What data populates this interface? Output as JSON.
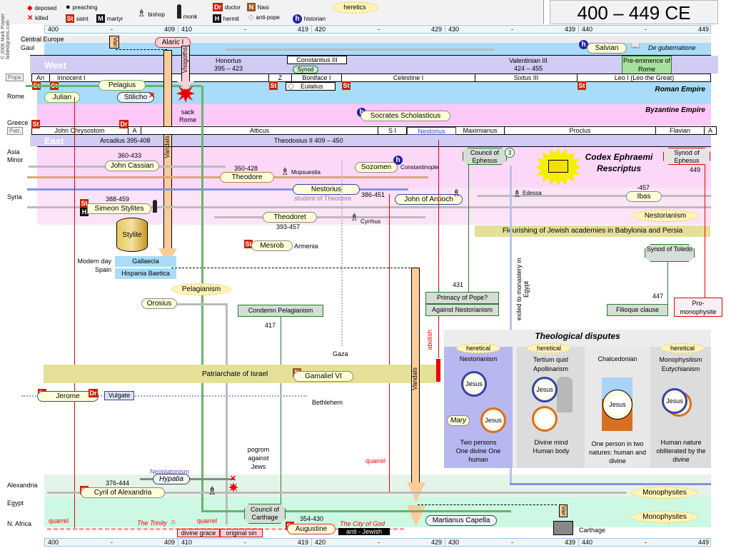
{
  "title": "400 – 449 CE",
  "copyright": "© 2006 Mark Poyser  bibledigrams.com",
  "legend": {
    "deposed": "deposed",
    "killed": "killed",
    "preaching": "preaching",
    "saint": "saint",
    "martyr": "martyr",
    "bishop": "bishop",
    "monk": "monk",
    "doctor": "doctor",
    "hermit": "hermit",
    "nasi": "Nasi",
    "anti_pope": "anti-pope",
    "historian": "historian",
    "heretics": "heretics",
    "badges": {
      "saint": "St",
      "martyr": "M",
      "doctor": "Dr",
      "hermit": "H",
      "nasi": "N",
      "historian": "h"
    }
  },
  "timeline": {
    "segments": [
      {
        "start": "400",
        "mid": "-",
        "end": "409"
      },
      {
        "start": "410",
        "mid": "-",
        "end": "419"
      },
      {
        "start": "420",
        "mid": "-",
        "end": "429"
      },
      {
        "start": "430",
        "mid": "-",
        "end": "439"
      },
      {
        "start": "440",
        "mid": "-",
        "end": "449"
      }
    ]
  },
  "regions": {
    "central_europe": "Central Europe",
    "gaul": "Gaul",
    "pope": "Pope",
    "rome": "Rome",
    "greece": "Greece",
    "patr": "Patr.",
    "asia_minor": "Asia Minor",
    "syria": "Syria",
    "modern_spain": "Modern day Spain",
    "alexandria": "Alexandria",
    "egypt": "Egypt",
    "n_africa": "N. Africa"
  },
  "west": {
    "label": "West",
    "emperors": [
      {
        "name": "Honorius",
        "years": "395 – 423"
      },
      {
        "name": "Valentinian III",
        "years": "424 – 455"
      }
    ],
    "constantius": "Constantius III",
    "synod": "Synod",
    "popes": [
      "An",
      "Innocent I",
      "Z",
      "Boniface I",
      "Celestine I",
      "Sixtus III",
      "Leo I  (Leo the Great)"
    ],
    "antipope": "Eulalius",
    "pre_eminence": "Pre-eminence of Rome",
    "empire_label": "Roman Empire"
  },
  "east": {
    "label": "East",
    "emperors": [
      "Arcadius 395-408",
      "Theodosius II   409 – 450"
    ],
    "patriarchs": [
      "John Chrysostom",
      "A",
      "Atticus",
      "S I",
      "Nestorius",
      "Maximianus",
      "Proclus",
      "Flavian",
      "A"
    ],
    "empire_label": "Byzantine Empire"
  },
  "people": {
    "alaric": "Alaric I",
    "van": "Van",
    "visigoths": "Visigoths",
    "vandals": "Vandals",
    "salvian": "Salvian",
    "de_gubernatione": "De gubernatione",
    "pelagius": "Pelagius",
    "julian": "Julian",
    "stilicho": "Stilicho",
    "sack_rome": "sack Rome",
    "socrates": "Socrates Scholasticus",
    "john_cassian": "John Cassian",
    "john_cassian_years": "360-433",
    "theodore": "Theodore",
    "theodore_years": "350-428",
    "mopsuestia": "Mopsuestia",
    "sozomen": "Sozomen",
    "constantinople": "Constantinople",
    "nestorius": "Nestorius",
    "nestorius_years": "386-451",
    "student_of_theodore": "student of Theodore",
    "john_of_antioch": "John of Antioch",
    "simeon": "Simeon Stylites",
    "simeon_years": "388-459",
    "stylite": "Stylite",
    "theodoret": "Theodoret",
    "theodoret_years": "393-457",
    "cyrrhus": "Cyrrhus",
    "mesrob": "Mesrob",
    "armenia": "Armenia",
    "edessa": "Edessa",
    "ibas": "Ibas",
    "ibas_years": "-457",
    "gallaecia": "Gallaecia",
    "hispania": "Hispania Baetica",
    "pelagianism": "Pelagianism",
    "orosius": "Orosius",
    "condemn_pelagianism": "Condemn Pelagianism",
    "condemn_year": "417",
    "gaza": "Gaza",
    "patriarchate": "Patriarchate of Israel",
    "gamaliel": "Gamaliel VI",
    "jerome": "Jerome",
    "vulgate": "Vulgate",
    "bethlehem": "Bethlehem",
    "pogrom": "pogrom against Jews",
    "neoplatonism": "Neoplatonism",
    "hypatia": "Hypatia",
    "cyril_years": "376-444",
    "cyril": "Cyril of Alexandria",
    "quarrel": "quarrel",
    "trinity": "The Trinity",
    "divine_grace": "divine grace",
    "original_sin": "original sin",
    "council_carthage": "Council of Carthage",
    "augustine": "Augustine",
    "augustine_years": "354-430",
    "city_of_god": "The City of God",
    "anti_jewish": "anti - Jewish",
    "martianus": "Martianus Capella",
    "carthage": "Carthage",
    "monophysites": "Monophysites",
    "council_ephesus": "Council of Ephesus",
    "council_number": "3",
    "codex": "Codex Ephraemi Rescriptus",
    "synod_ephesus": "Synod of Ephesus",
    "synod_ephesus_year": "449",
    "nestorianism": "Nestorianism",
    "flourishing": "Flourishing of Jewish academies in Babylonia and Persia",
    "synod_toledo": "Synod of Toledo",
    "filioque": "Filioque clause",
    "filioque_year": "447",
    "pro_mono": "Pro-monophysite",
    "primacy": "Primacy of Pope?",
    "against_nest": "Against Nestorianism",
    "primacy_year": "431",
    "abolish": "abolish",
    "exiled": "exiled to monastery in Egypt"
  },
  "disputes": {
    "title": "Theological disputes",
    "columns": [
      {
        "tag": "heretical",
        "name": "Nestorianism",
        "desc": "Two persons One divine One human",
        "mary": "Mary"
      },
      {
        "tag": "heretical",
        "name": "Tertium quid Apollinarism",
        "desc": "Divine mind Human body"
      },
      {
        "tag": "",
        "name": "Chalcedonian",
        "desc": "One person in two natures: human and divine"
      },
      {
        "tag": "heretical",
        "name": "Monophysitism Eutychianism",
        "desc": "Human nature obliterated by the divine"
      }
    ],
    "jesus": "Jesus"
  }
}
